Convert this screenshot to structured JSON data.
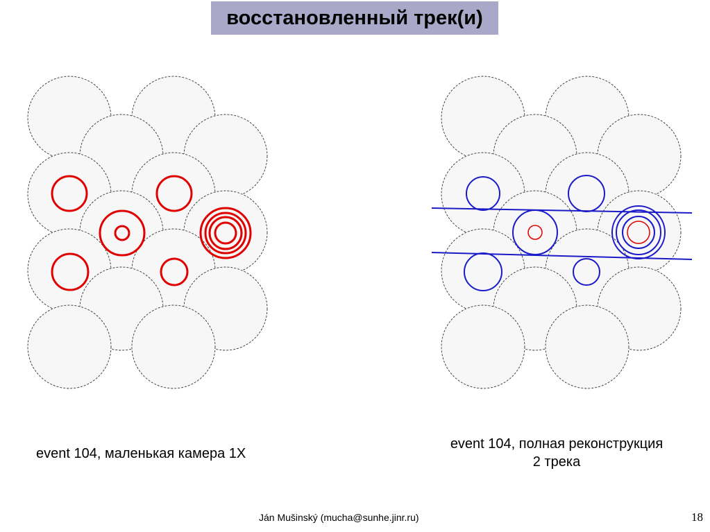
{
  "title": "восстановленный трек(и)",
  "caption_left": "event 104, маленькая камера 1X",
  "caption_right_line1": "event 104, полная реконструкция",
  "caption_right_line2": "2 трека",
  "footer": "Ján Mušinský (mucha@sunhe.jinr.ru)",
  "page_number": "18",
  "colors": {
    "background": "#ffffff",
    "title_bar": "#a9a8c8",
    "detector_fill": "#f7f7f7",
    "detector_outline": "#333333",
    "ring_left": "#e00000",
    "ring_right_blue": "#1a1ac8",
    "ring_right_red": "#e00000",
    "track_line": "#1a1ac8"
  },
  "icons": {
    "detector_cell": "dashed-circle",
    "cherenkov_ring": "solid-circle",
    "track": "line"
  }
}
